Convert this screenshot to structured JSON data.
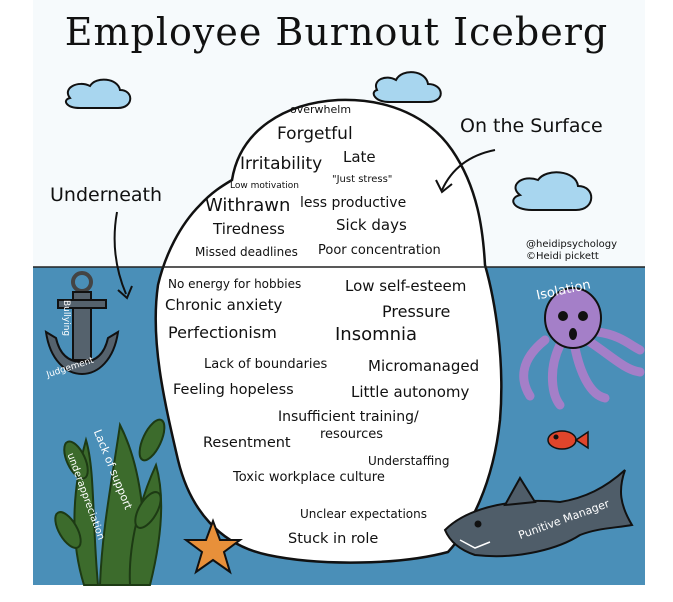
{
  "title": "Employee Burnout Iceberg",
  "labels": {
    "surface": "On the Surface",
    "underneath": "Underneath",
    "credit_1": "@heidipsychology",
    "credit_2": "©Heidi pickett"
  },
  "above_surface": [
    "overwhelm",
    "Forgetful",
    "Irritability",
    "Late",
    "Low motivation",
    "\"Just stress\"",
    "Withrawn",
    "less productive",
    "Tiredness",
    "Sick days",
    "Missed deadlines",
    "Poor concentration"
  ],
  "below_surface": [
    "No energy for hobbies",
    "Low self-esteem",
    "Chronic anxiety",
    "Pressure",
    "Perfectionism",
    "Insomnia",
    "Lack of boundaries",
    "Micromanaged",
    "Feeling hopeless",
    "Little autonomy",
    "Insufficient training/",
    "resources",
    "Resentment",
    "Understaffing",
    "Toxic workplace culture",
    "Unclear expectations",
    "Stuck in role"
  ],
  "creatures": {
    "octopus": "Isolation",
    "anchor_top": "Bullying",
    "anchor_bottom": "Judgement",
    "seaweed_1": "Lack of support",
    "seaweed_2": "underappreciation",
    "shark": "Punitive Manager"
  },
  "colors": {
    "sky": "#f6fafc",
    "sea": "#4a8fb8",
    "iceberg": "#ffffff",
    "cloud": "#a8d6ef",
    "octopus": "#a47fc8",
    "shark": "#4f5d69",
    "seaweed": "#3c6b2c",
    "starfish": "#e8903a",
    "fish": "#e0452b"
  }
}
